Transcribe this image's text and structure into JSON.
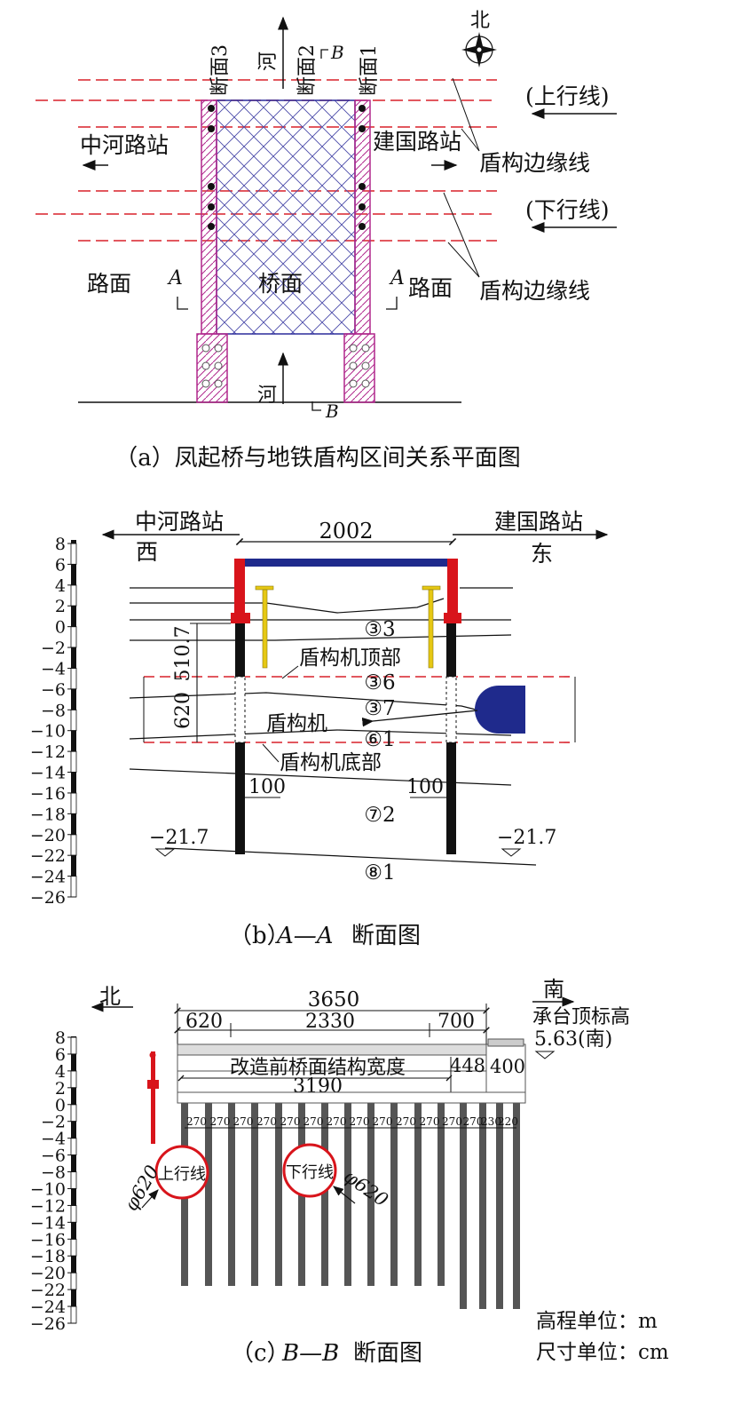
{
  "panel_a": {
    "caption": "（a）凤起桥与地铁盾构区间关系平面图",
    "north": "北",
    "section1": "断面1",
    "section2": "断面2",
    "section3": "断面3",
    "river_top": "河",
    "river_bottom": "河",
    "b_top": "B",
    "b_bottom": "B",
    "a_left": "A",
    "a_right": "A",
    "up_line": "(上行线)",
    "down_line": "(下行线)",
    "shield_edge_1": "盾构边缘线",
    "shield_edge_2": "盾构边缘线",
    "zhonghe_station": "中河路站",
    "jianguo_station": "建国路站",
    "road_left": "路面",
    "road_right": "路面",
    "bridge_deck": "桥面"
  },
  "panel_b": {
    "caption_prefix": "（b）",
    "caption_mid": "A—A",
    "caption_suffix": "断面图",
    "zhonghe_station": "中河路站",
    "west": "西",
    "jianguo_station": "建国路站",
    "east": "东",
    "span": "2002",
    "dim_510": "510.7",
    "dim_620": "620",
    "layer_33": "③3",
    "layer_36": "③6",
    "layer_37": "③7",
    "layer_61": "⑥1",
    "layer_72": "⑦2",
    "layer_81": "⑧1",
    "shield_top": "盾构机顶部",
    "shield_machine": "盾构机",
    "shield_bottom": "盾构机底部",
    "pile_left": "100",
    "pile_right": "100",
    "level_left": "−21.7",
    "level_right": "−21.7",
    "scale_ticks": [
      "8",
      "6",
      "4",
      "2",
      "0",
      "−2",
      "−4",
      "−6",
      "−8",
      "−10",
      "−12",
      "−14",
      "−16",
      "−18",
      "−20",
      "−22",
      "−24",
      "−26"
    ]
  },
  "panel_c": {
    "caption_prefix": "（c）",
    "caption_mid": "B—B",
    "caption_suffix": "断面图",
    "north": "北",
    "south": "南",
    "cap_top_level": "承台顶标高",
    "cap_top_value": "5.63(南)",
    "total": "3650",
    "dim_620": "620",
    "dim_2330": "2330",
    "dim_700": "700",
    "before_width": "改造前桥面结构宽度",
    "dim_3190": "3190",
    "dim_448": "448",
    "dim_400": "400",
    "spacings": [
      "270",
      "270",
      "270",
      "270",
      "270",
      "270",
      "270",
      "270",
      "270",
      "270",
      "270",
      "270",
      "270",
      "230",
      "220",
      "220"
    ],
    "up_tunnel": "上行线",
    "down_tunnel": "下行线",
    "phi_left": "φ620",
    "phi_right": "φ620",
    "elev_unit": "高程单位：m",
    "dim_unit": "尺寸单位：cm",
    "scale_ticks": [
      "8",
      "6",
      "4",
      "2",
      "0",
      "−2",
      "−4",
      "−6",
      "−8",
      "−10",
      "−12",
      "−14",
      "−16",
      "−18",
      "−20",
      "−22",
      "−24",
      "−26"
    ]
  },
  "colors": {
    "red_dash": "#d9202a",
    "blue_beam": "#1f2a8c",
    "pier_red": "#d8141b",
    "magenta": "#b0278c",
    "pile": "#555555"
  }
}
